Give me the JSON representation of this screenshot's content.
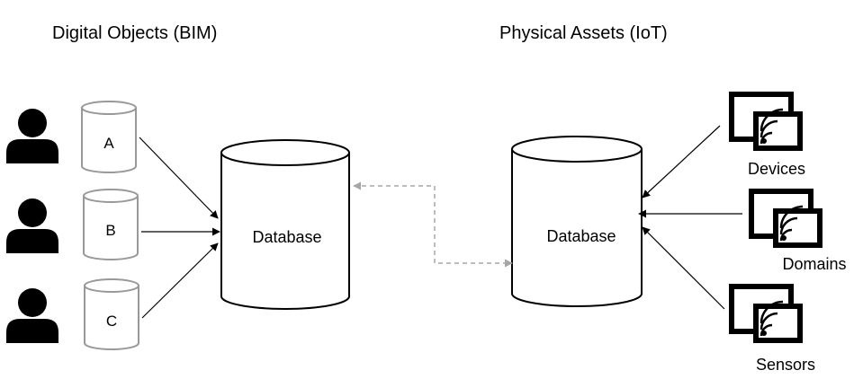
{
  "sections": {
    "left_title": "Digital Objects (BIM)",
    "right_title": "Physical Assets (IoT)"
  },
  "left": {
    "sources": [
      {
        "letter": "A",
        "icon": "person-icon"
      },
      {
        "letter": "B",
        "icon": "person-icon"
      },
      {
        "letter": "C",
        "icon": "person-icon"
      }
    ],
    "database_label": "Database"
  },
  "right": {
    "database_label": "Database",
    "assets": [
      {
        "label": "Devices",
        "icon": "iot-device-icon"
      },
      {
        "label": "Domains",
        "icon": "iot-device-icon"
      },
      {
        "label": "Sensors",
        "icon": "iot-device-icon"
      }
    ]
  },
  "colors": {
    "stroke": "#000000",
    "cylinder_outline": "#999999",
    "sync_link": "#a6a6a6"
  }
}
